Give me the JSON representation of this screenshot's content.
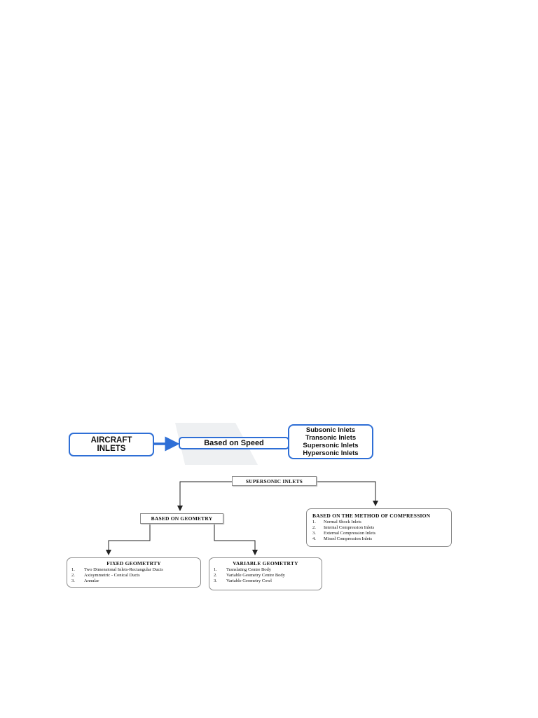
{
  "diagram": {
    "aircraft_inlets": {
      "lines": [
        "AIRCRAFT",
        "INLETS"
      ]
    },
    "based_on_speed": {
      "label": "Based on Speed"
    },
    "speed_types": {
      "items": [
        "Subsonic Inlets",
        "Transonic Inlets",
        "Supersonic Inlets",
        "Hypersonic Inlets"
      ]
    },
    "supersonic_inlets": {
      "label": "SUPERSONIC INLETS"
    },
    "based_on_geometry": {
      "label": "BASED ON GEOMETRY"
    },
    "based_on_compression": {
      "heading": "BASED ON THE METHOD OF COMPRESSION",
      "items": [
        {
          "num": "1.",
          "text": "Normal Shock Inlets"
        },
        {
          "num": "2.",
          "text": "Internal Compression Inlets"
        },
        {
          "num": "3.",
          "text": "External Compression Inlets"
        },
        {
          "num": "4.",
          "text": "Mixed Compression Inlets"
        }
      ]
    },
    "fixed_geometry": {
      "heading": "FIXED GEOMETRTY",
      "items": [
        {
          "num": "1.",
          "text": "Two Dimensional Inlets-Rectangular Ducts"
        },
        {
          "num": "2.",
          "text": "Axisymmetric - Conical Ducts"
        },
        {
          "num": "3.",
          "text": "Annular"
        }
      ]
    },
    "variable_geometry": {
      "heading": "VARIABLE GEOMETRTY",
      "items": [
        {
          "num": "1.",
          "text": "Translating Centre Body"
        },
        {
          "num": "2.",
          "text": "Variable Geometry Centre Body"
        },
        {
          "num": "3.",
          "text": "Variable Geometry Cowl"
        }
      ]
    },
    "colors": {
      "blue_accent": "#2f6fd6",
      "box_border": "#8a8a8a",
      "connector": "#222222"
    }
  }
}
